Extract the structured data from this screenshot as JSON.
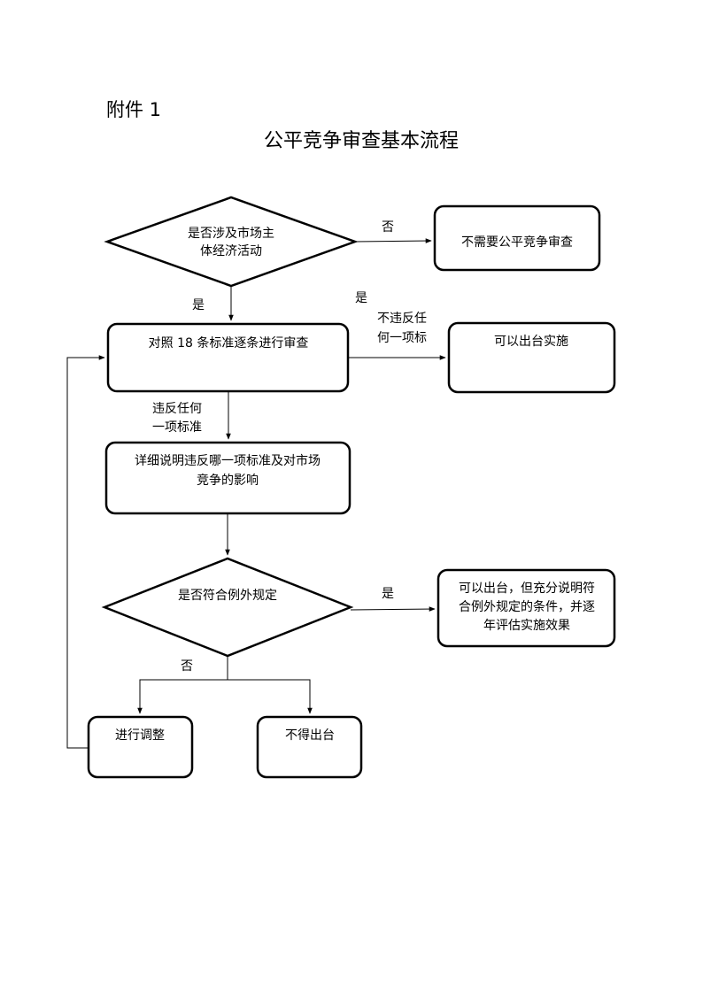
{
  "header": {
    "attachment_label": "附件 1",
    "title": "公平竞争审查基本流程"
  },
  "diagram": {
    "decision1": {
      "lines": [
        "是否涉及市场主",
        "体经济活动"
      ]
    },
    "no_review": {
      "lines": [
        "不需要公平竞争审查"
      ]
    },
    "review18": {
      "lines": [
        "对照 18 条标准逐条进行审查"
      ]
    },
    "can_issue": {
      "lines": [
        "可以出台实施"
      ]
    },
    "explain": {
      "lines": [
        "详细说明违反哪一项标准及对市场",
        "竞争的影响"
      ]
    },
    "decision2": {
      "lines": [
        "是否符合例外规定"
      ]
    },
    "can_issue_exception": {
      "lines": [
        "可以出台，但充分说明符",
        "合例外规定的条件，并逐",
        "年评估实施效果"
      ]
    },
    "adjust": {
      "lines": [
        "进行调整"
      ]
    },
    "cannot_issue": {
      "lines": [
        "不得出台"
      ]
    },
    "edge_labels": {
      "d1_no": "否",
      "d1_yes": "是",
      "review_ok_yes": "是",
      "review_ok": [
        "不违反任",
        "何一项标"
      ],
      "review_violate": [
        "违反任何",
        "一项标准"
      ],
      "d2_yes": "是",
      "d2_no": "否"
    }
  }
}
